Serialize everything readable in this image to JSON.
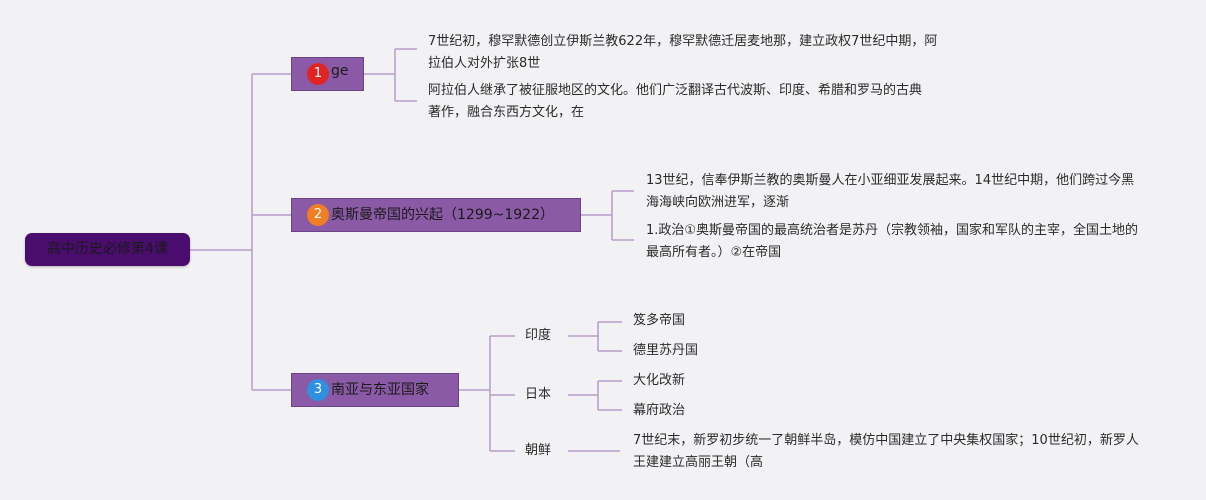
{
  "root": {
    "label": "高中历史必修第4课"
  },
  "branches": [
    {
      "number": "1",
      "label": "ge",
      "details": [
        "7世纪初，穆罕默德创立伊斯兰教622年，穆罕默德迁居麦地那，建立政权7世纪中期，阿拉伯人对外扩张8世",
        "阿拉伯人继承了被征服地区的文化。他们广泛翻译古代波斯、印度、希腊和罗马的古典著作，融合东西方文化，在"
      ]
    },
    {
      "number": "2",
      "label": "奥斯曼帝国的兴起（1299~1922）",
      "details": [
        "13世纪，信奉伊斯兰教的奥斯曼人在小亚细亚发展起来。14世纪中期，他们跨过今黑海海峡向欧洲进军，逐渐",
        "1.政治①奥斯曼帝国的最高统治者是苏丹（宗教领袖，国家和军队的主宰，全国土地的最高所有者。）②在帝国"
      ]
    },
    {
      "number": "3",
      "label": "南亚与东亚国家",
      "subtopics": [
        {
          "label": "印度",
          "items": [
            "笈多帝国",
            "德里苏丹国"
          ]
        },
        {
          "label": "日本",
          "items": [
            "大化改新",
            "幕府政治"
          ]
        },
        {
          "label": "朝鲜",
          "items": [
            "7世纪末，新罗初步统一了朝鲜半岛，模仿中国建立了中央集权国家；10世纪初，新罗人王建建立高丽王朝（高"
          ]
        }
      ]
    }
  ],
  "colors": {
    "background": "#f2f1f4",
    "root_fill": "#4a0d6e",
    "branch_fill": "#8b5aa6",
    "connector": "#b79bc9",
    "badge_1": "#e02424",
    "badge_2": "#f07f24",
    "badge_3": "#2f8fe0"
  }
}
